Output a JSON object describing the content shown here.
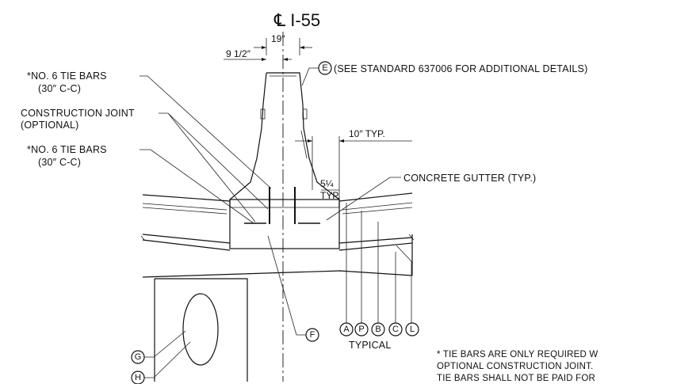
{
  "title": "℄ I-55",
  "dims": {
    "top": "19″",
    "second": "9 1/2″",
    "typ10": "10″ TYP.",
    "typ54_val": "5¼",
    "typ54_typ": "TYP."
  },
  "labels": {
    "tie_bars_1a": "*NO. 6 TIE BARS",
    "tie_bars_1b": "(30″ C-C)",
    "cjoint_a": "CONSTRUCTION JOINT",
    "cjoint_b": "(OPTIONAL)",
    "tie_bars_2a": "*NO. 6 TIE BARS",
    "tie_bars_2b": "(30″ C-C)",
    "see_standard": "(SEE STANDARD 637006 FOR ADDITIONAL DETAILS)",
    "gutter": "CONCRETE GUTTER (TYP.)",
    "typical": "TYPICAL"
  },
  "callouts": {
    "e": "E",
    "f": "F",
    "g": "G",
    "h": "H",
    "row": [
      "A",
      "P",
      "B",
      "C",
      "L"
    ]
  },
  "note": {
    "line1": "* TIE BARS ARE ONLY REQUIRED W",
    "line2": "OPTIONAL CONSTRUCTION JOINT.",
    "line3": "TIE BARS SHALL NOT BE PAID FOR"
  }
}
